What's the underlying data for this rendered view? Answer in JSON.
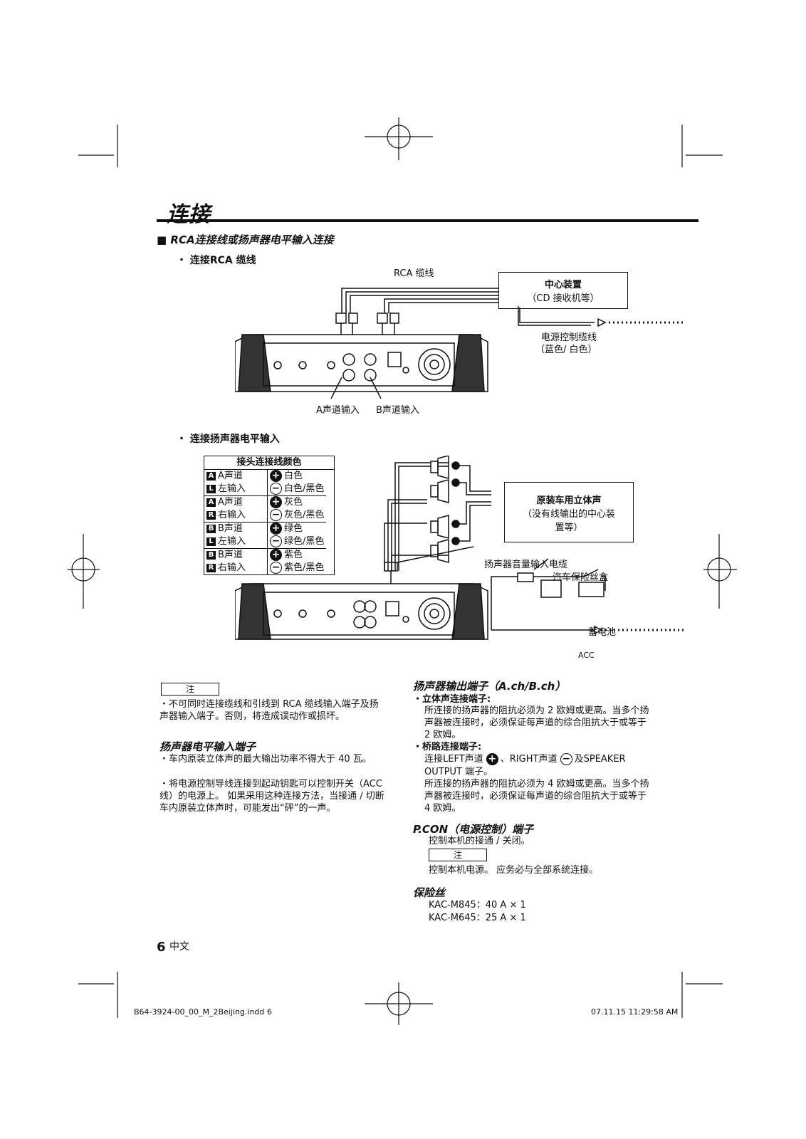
{
  "page": {
    "title": "连接",
    "section_heading": "RCA连接线或扬声器电平输入连接",
    "page_number": "6",
    "language": "中文",
    "footer_file": "B64-3924-00_00_M_2Beijing.indd   6",
    "footer_date": "07.11.15   11:29:58 AM"
  },
  "rca": {
    "heading": "连接RCA 缆线",
    "cable_label": "RCA 缆线",
    "head_unit_title": "中心装置",
    "head_unit_sub": "（CD 接收机等）",
    "power_cable_label": "电源控制缆线",
    "power_cable_color": "（蓝色/ 白色）",
    "input_a": "A声道输入",
    "input_b": "B声道输入"
  },
  "speaker_input": {
    "heading": "连接扬声器电平输入",
    "table_title": "接头连接线颜色",
    "rows": [
      {
        "ch": "A",
        "label": "A声道",
        "sign": "plus",
        "color": "白色"
      },
      {
        "ch": "L",
        "label": "左输入",
        "sign": "minus",
        "color": "白色/黑色"
      },
      {
        "ch": "A",
        "label": "A声道",
        "sign": "plus",
        "color": "灰色"
      },
      {
        "ch": "R",
        "label": "右输入",
        "sign": "minus",
        "color": "灰色/黑色"
      },
      {
        "ch": "B",
        "label": "B声道",
        "sign": "plus",
        "color": "绿色"
      },
      {
        "ch": "L",
        "label": "左输入",
        "sign": "minus",
        "color": "绿色/黑色"
      },
      {
        "ch": "B",
        "label": "B声道",
        "sign": "plus",
        "color": "紫色"
      },
      {
        "ch": "R",
        "label": "右输入",
        "sign": "minus",
        "color": "紫色/黑色"
      }
    ],
    "stereo_title": "原装车用立体声",
    "stereo_sub1": "（没有线输出的中心装",
    "stereo_sub2": "置等）",
    "cable_label": "扬声器音量输入电缆",
    "fuse_label": "汽车保险丝盒",
    "battery_label": "蓄电池",
    "acc_label": "ACC"
  },
  "notes": {
    "note_label": "注",
    "note_text": "・不可同时连接缆线和引线到 RCA 缆线输入端子及扬声器输入端子。否则，将造成误动作或损坏。",
    "speaker_level_heading": "扬声器电平输入端子",
    "speaker_level_1": "・车内原装立体声的最大输出功率不得大于 40 瓦。",
    "speaker_level_2": "・将电源控制导线连接到起动钥匙可以控制开关（ACC 线）的电源上。 如果采用这种连接方法，当接通 / 切断车内原装立体声时，可能发出“砰”的一声。"
  },
  "right_col": {
    "output_heading": "扬声器输出端子（A.ch/B.ch）",
    "stereo_title": "・立体声连接端子:",
    "stereo_text": "所连接的扬声器的阻抗必须为 2 欧姆或更高。当多个扬声器被连接时，必须保证每声道的综合阻抗大于或等于 2 欧姆。",
    "bridge_title": "・桥路连接端子:",
    "bridge_line_a": "连接LEFT声道",
    "bridge_line_b": "、RIGHT声道",
    "bridge_line_c": "及SPEAKER",
    "bridge_line_d": "OUTPUT 端子。",
    "bridge_text": "所连接的扬声器的阻抗必须为 4 欧姆或更高。当多个扬声器被连接时，必须保证每声道的综合阻抗大于或等于 4 欧姆。",
    "pcon_heading": "P.CON（电源控制）端子",
    "pcon_text": "控制本机的接通 / 关闭。",
    "pcon_note_label": "注",
    "pcon_note": "控制本机电源。 应务必与全部系统连接。",
    "fuse_heading": "保险丝",
    "fuse_1": "KAC-M845：40 A × 1",
    "fuse_2": "KAC-M645：25 A × 1"
  }
}
